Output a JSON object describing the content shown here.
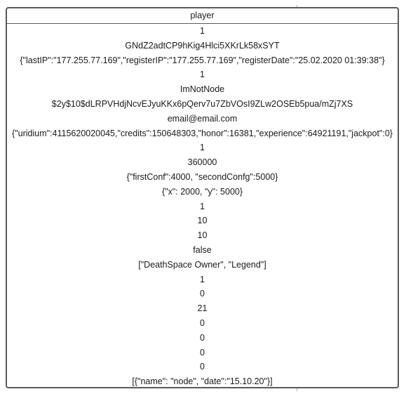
{
  "entity": {
    "title": "player",
    "rows": [
      "1",
      "GNdZ2adtCP9hKig4Hlci5XKrLk58xSYT",
      "{\"lastIP\":\"177.255.77.169\",\"registerIP\":\"177.255.77.169\",\"registerDate\":\"25.02.2020 01:39:38\"}",
      "1",
      "ImNotNode",
      "$2y$10$dLRPVHdjNcvEJyuKKx6pQerv7u7ZbVOsI9ZLw2OSEb5pua/mZj7XS",
      "email@email.com",
      "{\"uridium\":4115620020045,\"credits\":150648303,\"honor\":16381,\"experience\":64921191,\"jackpot\":0}",
      "1",
      "360000",
      "{\"firstConf\":4000, \"secondConfg\":5000}",
      "{\"x\": 2000, \"y\": 5000}",
      "1",
      "10",
      "10",
      "false",
      "[\"DeathSpace Owner\", \"Legend\"]",
      "1",
      "0",
      "21",
      "0",
      "0",
      "0",
      "0",
      "[{\"name\": \"node\", \"date\":\"15.10.20\"}]"
    ]
  }
}
